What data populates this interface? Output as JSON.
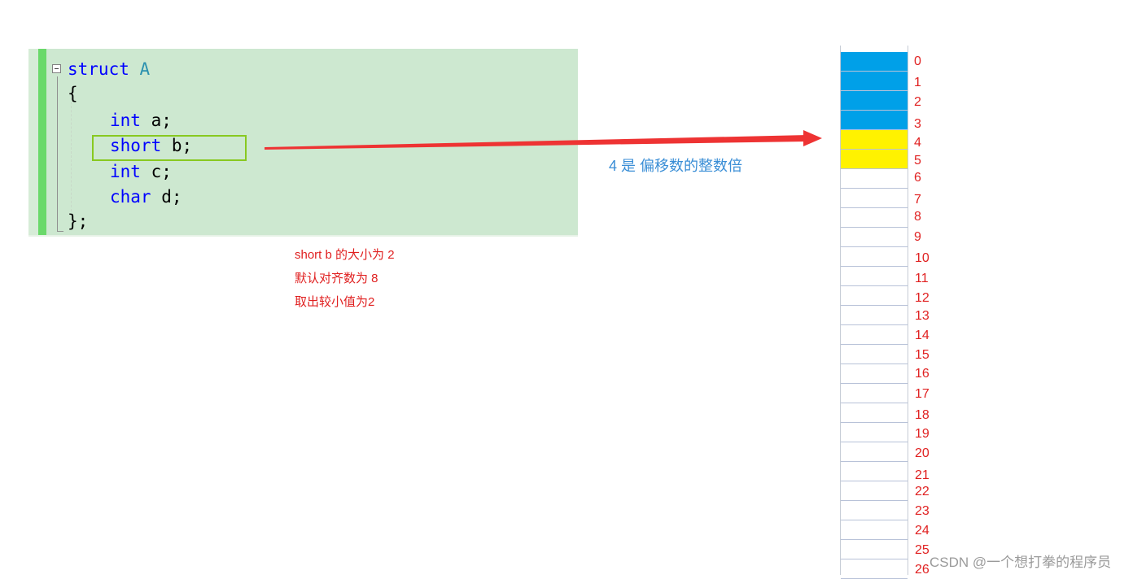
{
  "code": {
    "lines": [
      {
        "kw": "struct",
        "rest": " ",
        "type": "A"
      },
      {
        "text": "{"
      },
      {
        "kw": "int",
        "rest": " a;"
      },
      {
        "kw": "short",
        "rest": " b;"
      },
      {
        "kw": "int",
        "rest": " c;"
      },
      {
        "kw": "char",
        "rest": " d;"
      },
      {
        "text": "};"
      }
    ]
  },
  "annotations": {
    "offset_note": "4 是 偏移数的整数倍",
    "notes": [
      "short b 的大小为 2",
      "默认对齐数为 8",
      "取出较小值为2"
    ]
  },
  "memory": {
    "offsets": [
      "0",
      "1",
      "2",
      "3",
      "4",
      "5",
      "6",
      "7",
      "8",
      "9",
      "10",
      "11",
      "12",
      "13",
      "14",
      "15",
      "16",
      "17",
      "18",
      "19",
      "20",
      "21",
      "22",
      "23",
      "24",
      "25",
      "26"
    ],
    "fills": [
      "#00a0e8",
      "#00a0e8",
      "#00a0e8",
      "#00a0e8",
      "#fff200",
      "#fff200"
    ]
  },
  "watermark": "CSDN @一个想打拳的程序员",
  "colors": {
    "arrow": "#ee3333",
    "highlight_box": "#88c920",
    "int_block": "#00a0e8",
    "short_block": "#fff200"
  }
}
